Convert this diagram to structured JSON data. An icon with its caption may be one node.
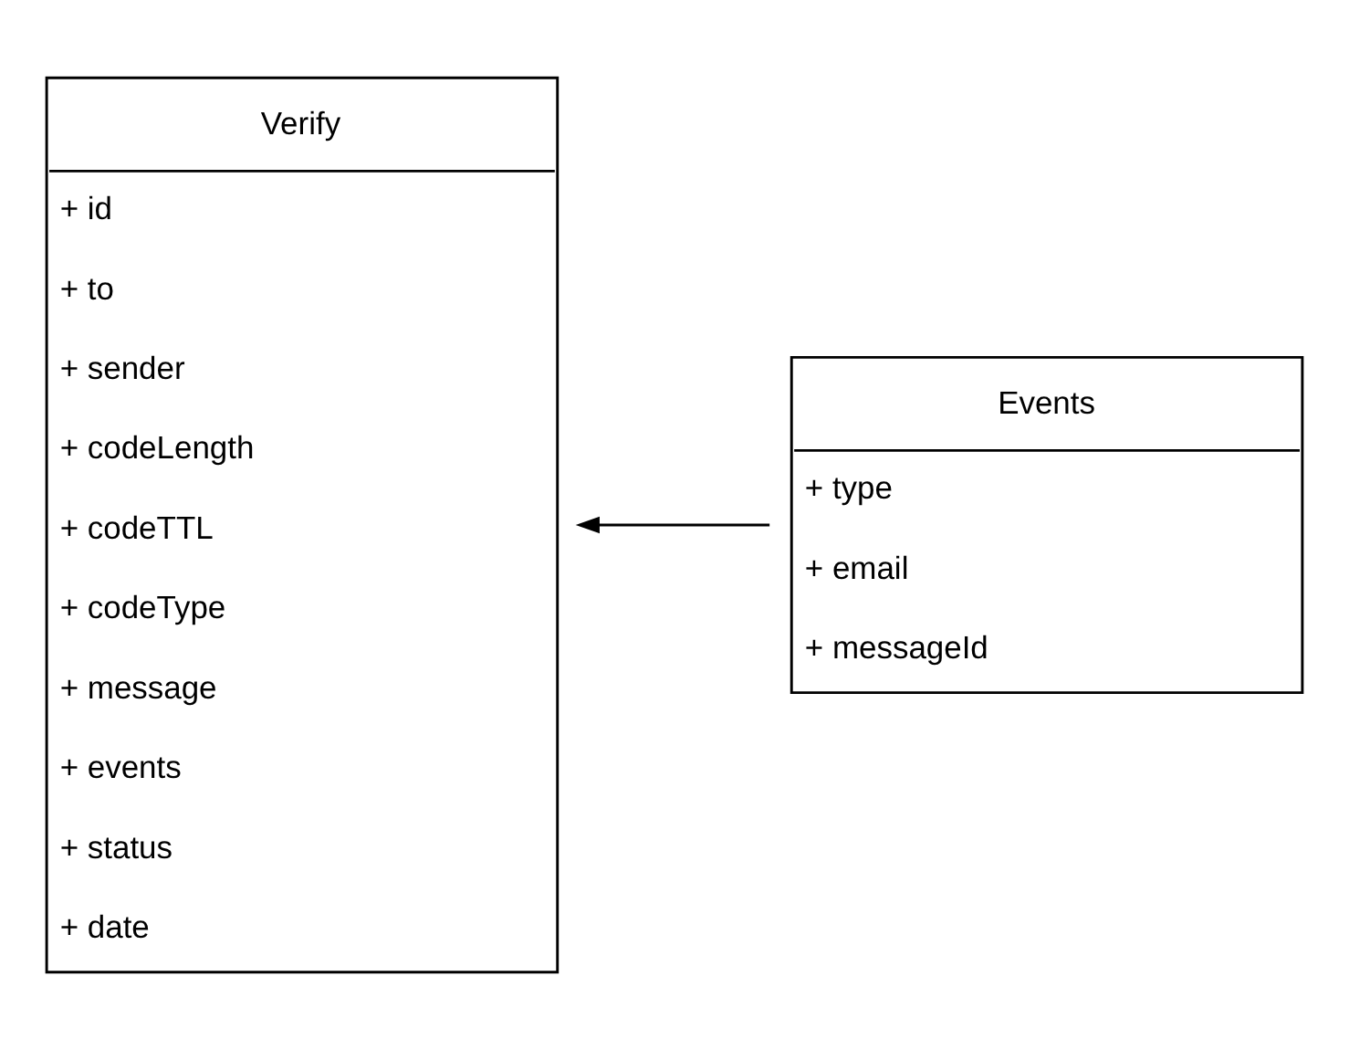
{
  "diagram": {
    "nodes": [
      {
        "text": [
          "Verify",
          "+ id",
          "+ to",
          "+ sender",
          "+ codeLength",
          "+ codeTTL",
          "+ codeType",
          "+ message",
          "+ events",
          "+ status",
          "+ date"
        ]
      },
      {
        "text": [
          "Events",
          "+ type",
          "+ email",
          "+ messageId"
        ]
      }
    ],
    "edges": [
      {
        "from": 1,
        "to": 0,
        "arrow": "to"
      }
    ]
  }
}
